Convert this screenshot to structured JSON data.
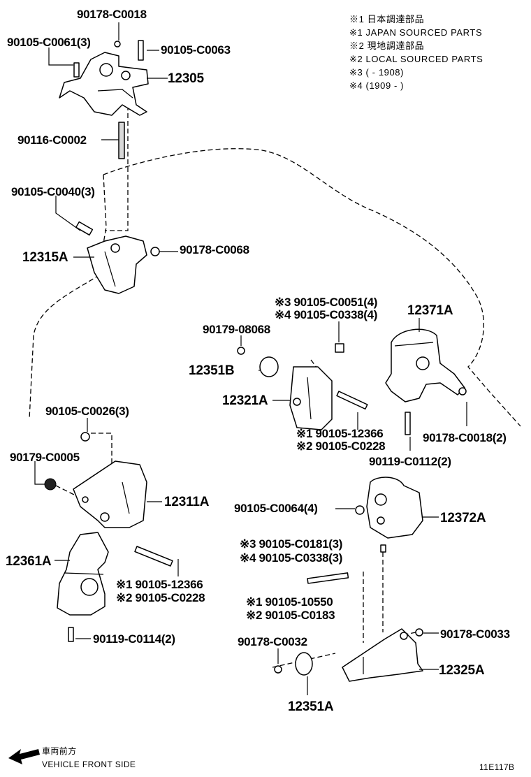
{
  "legend": [
    "※1 日本調達部品",
    "※1 JAPAN SOURCED PARTS",
    "※2 現地調達部品",
    "※2 LOCAL SOURCED PARTS",
    "※3 (       - 1908)",
    "※4 (1909 -        )"
  ],
  "labels": {
    "p90178_C0018_top": "90178-C0018",
    "p90105_C0061": "90105-C0061(3)",
    "p90105_C0063": "90105-C0063",
    "p12305": "12305",
    "p90116_C0002": "90116-C0002",
    "p90105_C0040": "90105-C0040(3)",
    "p12315A": "12315A",
    "p90178_C0068": "90178-C0068",
    "p90105_C0051": "※3 90105-C0051(4)",
    "p90105_C0338_a": "※4 90105-C0338(4)",
    "p12371A": "12371A",
    "p90179_08068": "90179-08068",
    "p12351B": "12351B",
    "p12321A": "12321A",
    "p90105_12366_a": "※1 90105-12366",
    "p90105_C0228_a": "※2 90105-C0228",
    "p90178_C0018_r": "90178-C0018(2)",
    "p90119_C0112": "90119-C0112(2)",
    "p90105_C0026": "90105-C0026(3)",
    "p90179_C0005": "90179-C0005",
    "p12311A": "12311A",
    "p90105_C0064": "90105-C0064(4)",
    "p12372A": "12372A",
    "p90105_C0181": "※3 90105-C0181(3)",
    "p90105_C0338_b": "※4 90105-C0338(3)",
    "p12361A": "12361A",
    "p90105_12366_b": "※1 90105-12366",
    "p90105_C0228_b": "※2 90105-C0228",
    "p90105_10550": "※1 90105-10550",
    "p90105_C0183": "※2 90105-C0183",
    "p90119_C0114": "90119-C0114(2)",
    "p90178_C0032": "90178-C0032",
    "p90178_C0033": "90178-C0033",
    "p12325A": "12325A",
    "p12351A": "12351A"
  },
  "footer": {
    "direction_jp": "車両前方",
    "direction_en": "VEHICLE FRONT SIDE",
    "figure_code": "11E117B"
  }
}
